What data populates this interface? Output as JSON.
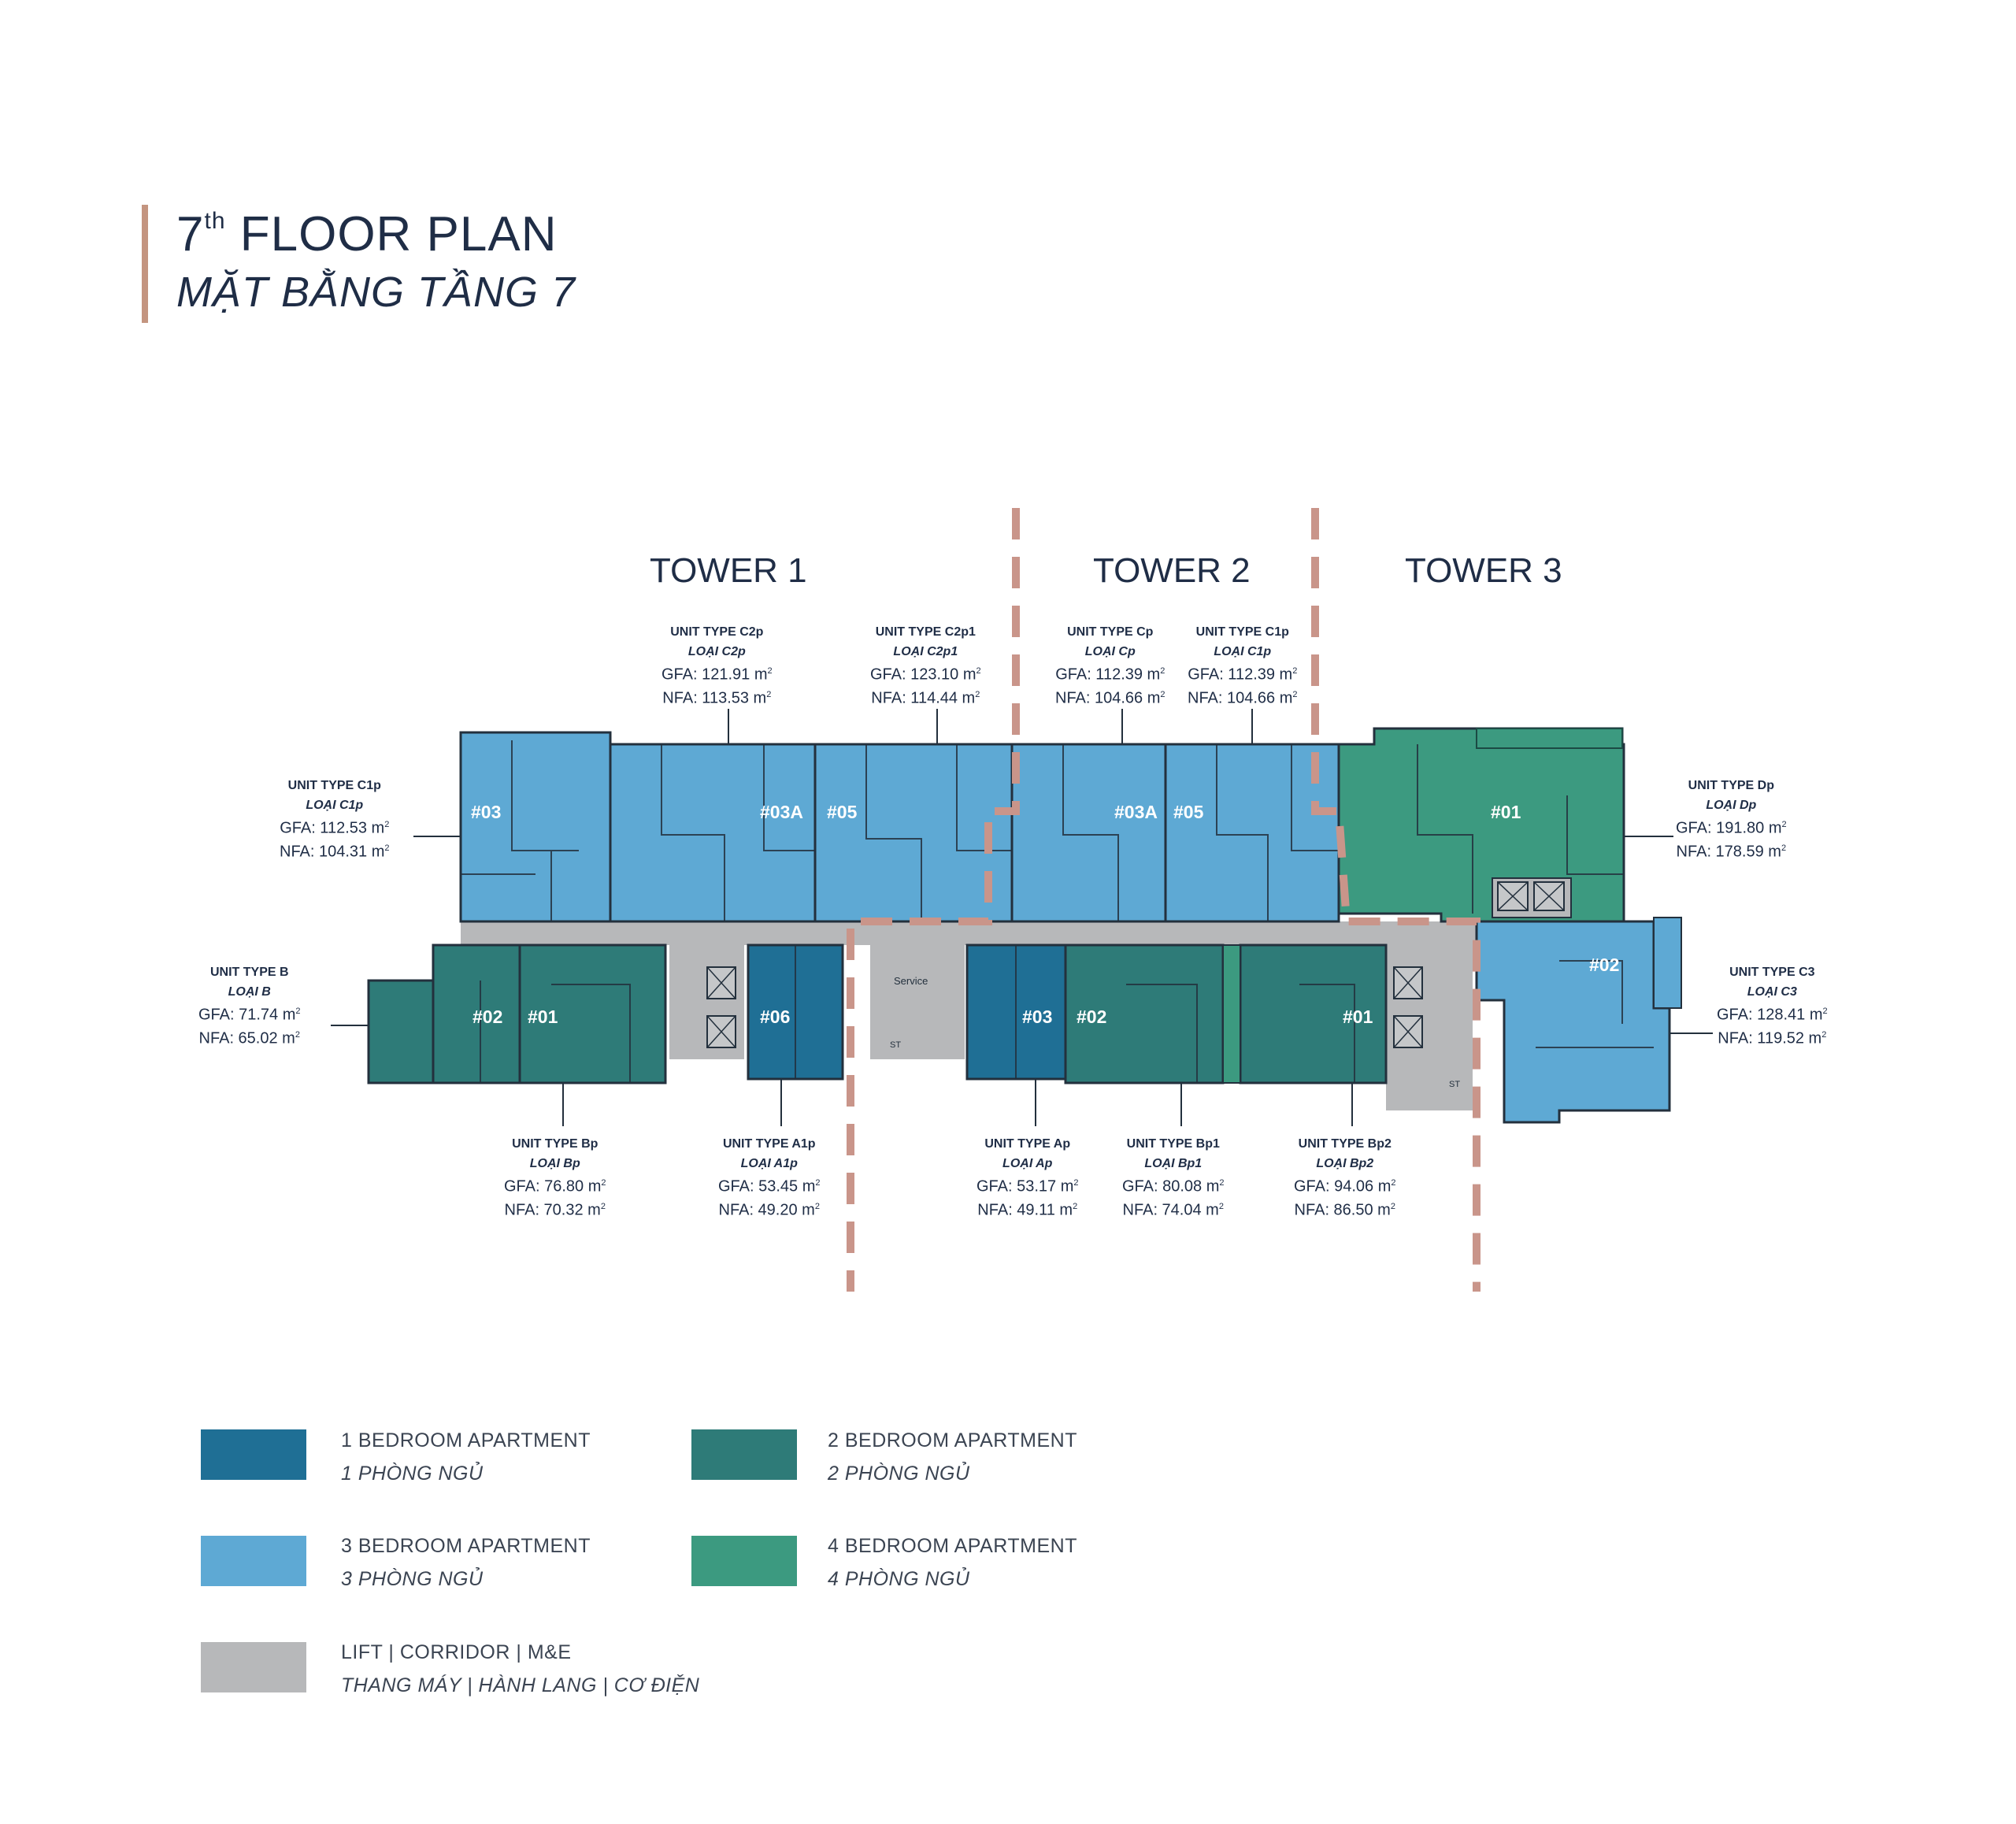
{
  "header": {
    "title_number": "7",
    "title_sup": "th",
    "title_text": "FLOOR PLAN",
    "subtitle": "MẶT BẰNG TẦNG 7"
  },
  "towers": [
    "TOWER 1",
    "TOWER 2",
    "TOWER 3"
  ],
  "callouts": [
    {
      "id": "c1p_left",
      "type": "UNIT TYPE C1p",
      "loai": "LOẠI C1p",
      "gfa": "GFA: 112.53 m",
      "nfa": "NFA: 104.31 m"
    },
    {
      "id": "c2p",
      "type": "UNIT TYPE C2p",
      "loai": "LOẠI C2p",
      "gfa": "GFA: 121.91 m",
      "nfa": "NFA: 113.53 m"
    },
    {
      "id": "c2p1",
      "type": "UNIT TYPE C2p1",
      "loai": "LOẠI C2p1",
      "gfa": "GFA: 123.10 m",
      "nfa": "NFA: 114.44 m"
    },
    {
      "id": "cp",
      "type": "UNIT TYPE Cp",
      "loai": "LOẠI Cp",
      "gfa": "GFA: 112.39 m",
      "nfa": "NFA: 104.66 m"
    },
    {
      "id": "c1p_right",
      "type": "UNIT TYPE C1p",
      "loai": "LOẠI C1p",
      "gfa": "GFA: 112.39 m",
      "nfa": "NFA: 104.66 m"
    },
    {
      "id": "dp",
      "type": "UNIT TYPE Dp",
      "loai": "LOẠI Dp",
      "gfa": "GFA: 191.80 m",
      "nfa": "NFA: 178.59 m"
    },
    {
      "id": "b",
      "type": "UNIT TYPE B",
      "loai": "LOẠI B",
      "gfa": "GFA: 71.74 m",
      "nfa": "NFA: 65.02 m"
    },
    {
      "id": "c3",
      "type": "UNIT TYPE C3",
      "loai": "LOẠI C3",
      "gfa": "GFA: 128.41 m",
      "nfa": "NFA: 119.52 m"
    },
    {
      "id": "bp",
      "type": "UNIT TYPE Bp",
      "loai": "LOẠI Bp",
      "gfa": "GFA: 76.80 m",
      "nfa": "NFA: 70.32 m"
    },
    {
      "id": "a1p",
      "type": "UNIT TYPE A1p",
      "loai": "LOẠI A1p",
      "gfa": "GFA: 53.45 m",
      "nfa": "NFA: 49.20 m"
    },
    {
      "id": "ap",
      "type": "UNIT TYPE Ap",
      "loai": "LOẠI Ap",
      "gfa": "GFA: 53.17 m",
      "nfa": "NFA: 49.11 m"
    },
    {
      "id": "bp1",
      "type": "UNIT TYPE Bp1",
      "loai": "LOẠI Bp1",
      "gfa": "GFA: 80.08 m",
      "nfa": "NFA: 74.04 m"
    },
    {
      "id": "bp2",
      "type": "UNIT TYPE Bp2",
      "loai": "LOẠI Bp2",
      "gfa": "GFA: 94.06 m",
      "nfa": "NFA: 86.50 m"
    }
  ],
  "area_unit_sup": "2",
  "unit_numbers": [
    "#03",
    "#03A",
    "#05",
    "#03A",
    "#05",
    "#01",
    "#02",
    "#01",
    "#06",
    "#03",
    "#02",
    "#01",
    "#02"
  ],
  "plan_labels": {
    "service": "Service",
    "stair": "ST"
  },
  "legend": [
    {
      "en": "1 BEDROOM APARTMENT",
      "vi": "1 PHÒNG NGỦ",
      "color": "#1f6f95"
    },
    {
      "en": "2 BEDROOM APARTMENT",
      "vi": "2 PHÒNG NGỦ",
      "color": "#2e7b78"
    },
    {
      "en": "3 BEDROOM APARTMENT",
      "vi": "3 PHÒNG NGỦ",
      "color": "#5ea9d4"
    },
    {
      "en": "4 BEDROOM APARTMENT",
      "vi": "4 PHÒNG NGỦ",
      "color": "#3c9a80"
    },
    {
      "en": "LIFT | CORRIDOR | M&E",
      "vi": "THANG MÁY | HÀNH LANG | CƠ ĐIỆN",
      "color": "#b7b8ba"
    }
  ],
  "colors": {
    "one_bedroom": "#1f6f95",
    "two_bedroom": "#2e7b78",
    "three_bedroom": "#5ea9d4",
    "four_bedroom": "#3c9a80",
    "corridor": "#b7b8ba",
    "divider": "#c9958a",
    "title_accent": "#c49580"
  }
}
